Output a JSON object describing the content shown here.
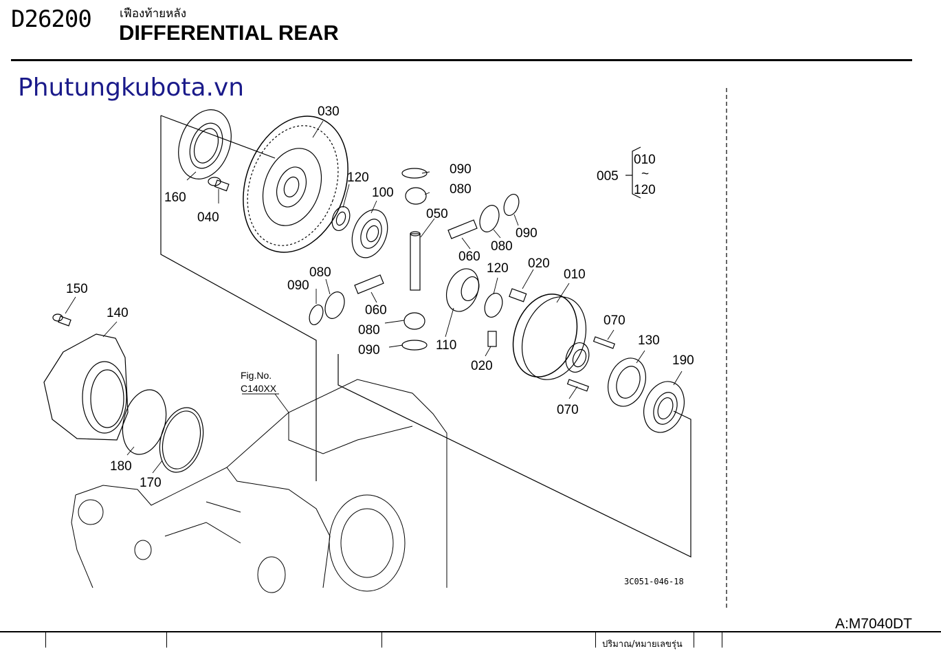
{
  "header": {
    "code": "D26200",
    "thai_title": "เฟืองท้ายหลัง",
    "title": "DIFFERENTIAL REAR"
  },
  "watermark": "Phutungkubota.vn",
  "diagram": {
    "parts": {
      "p030": "030",
      "p160": "160",
      "p040": "040",
      "p120a": "120",
      "p100": "100",
      "p090a": "090",
      "p080a": "080",
      "p050": "050",
      "p090b": "090",
      "p080b": "080",
      "p060a": "060",
      "p080c": "080",
      "p090c": "090",
      "p060b": "060",
      "p080d": "080",
      "p090d": "090",
      "p110": "110",
      "p120b": "120",
      "p020a": "020",
      "p010": "010",
      "p070a": "070",
      "p130": "130",
      "p190": "190",
      "p020b": "020",
      "p070b": "070",
      "p150": "150",
      "p140": "140",
      "p180": "180",
      "p170": "170"
    },
    "assembly": {
      "code": "005",
      "from": "010",
      "tilde": "~",
      "to": "120"
    },
    "fig_ref": {
      "line1": "Fig.No.",
      "line2": "C140XX"
    },
    "drawing_no": "3C051-046-18"
  },
  "footer": {
    "model": "A:M7040DT",
    "qty_header": "ปริมาณ/หมายเลขรุ่น"
  }
}
